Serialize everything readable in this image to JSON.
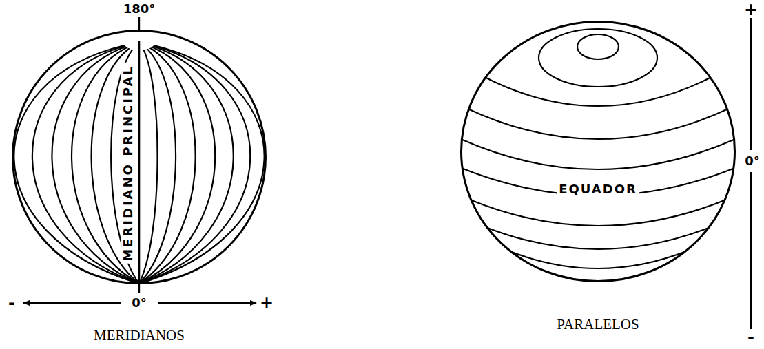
{
  "diagram": {
    "nodes": [
      {
        "text": [
          "MERIDIANO PRINCIPAL"
        ]
      },
      {
        "text": [
          "EQUADOR"
        ]
      }
    ],
    "labels": [
      "180°",
      "-",
      "0°",
      "+",
      "MERIDIANOS",
      "+",
      "0°",
      "-",
      "PARALELOS"
    ]
  }
}
